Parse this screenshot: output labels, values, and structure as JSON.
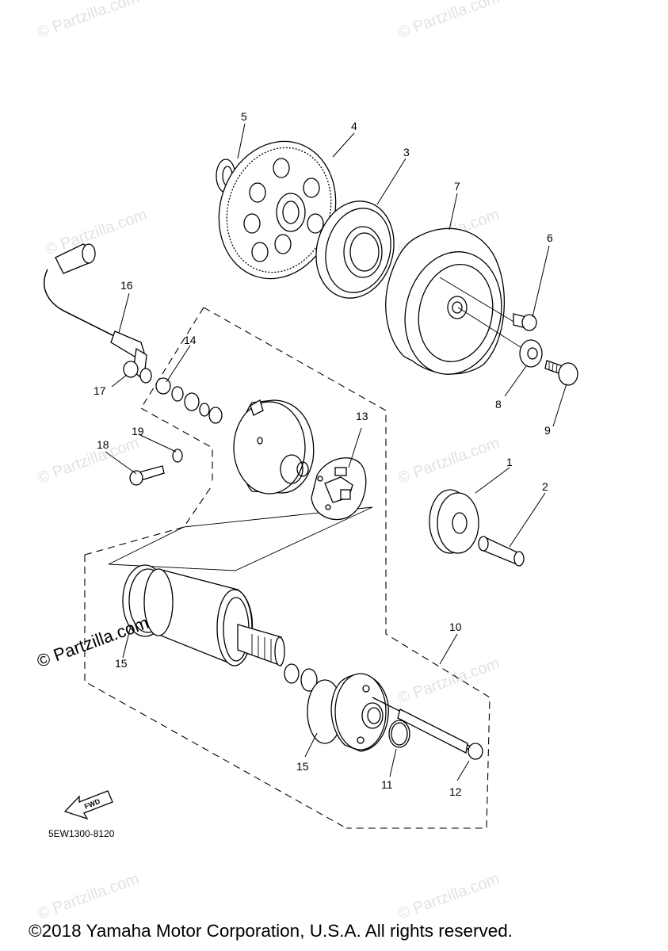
{
  "callouts": [
    {
      "id": "1",
      "label": "1"
    },
    {
      "id": "2",
      "label": "2"
    },
    {
      "id": "3",
      "label": "3"
    },
    {
      "id": "4",
      "label": "4"
    },
    {
      "id": "5",
      "label": "5"
    },
    {
      "id": "6",
      "label": "6"
    },
    {
      "id": "7",
      "label": "7"
    },
    {
      "id": "8",
      "label": "8"
    },
    {
      "id": "9",
      "label": "9"
    },
    {
      "id": "10",
      "label": "10"
    },
    {
      "id": "11",
      "label": "11"
    },
    {
      "id": "12",
      "label": "12"
    },
    {
      "id": "13",
      "label": "13"
    },
    {
      "id": "14",
      "label": "14"
    },
    {
      "id": "15a",
      "label": "15"
    },
    {
      "id": "15b",
      "label": "15"
    },
    {
      "id": "16",
      "label": "16"
    },
    {
      "id": "17",
      "label": "17"
    },
    {
      "id": "18",
      "label": "18"
    },
    {
      "id": "19",
      "label": "19"
    }
  ],
  "fwd_label": "FWD",
  "diagram_code": "5EW1300-8120",
  "copyright": "©2018 Yamaha Motor Corporation, U.S.A. All rights reserved.",
  "watermark": "© Partzilla.com",
  "big_watermark": "© Partzilla.com"
}
